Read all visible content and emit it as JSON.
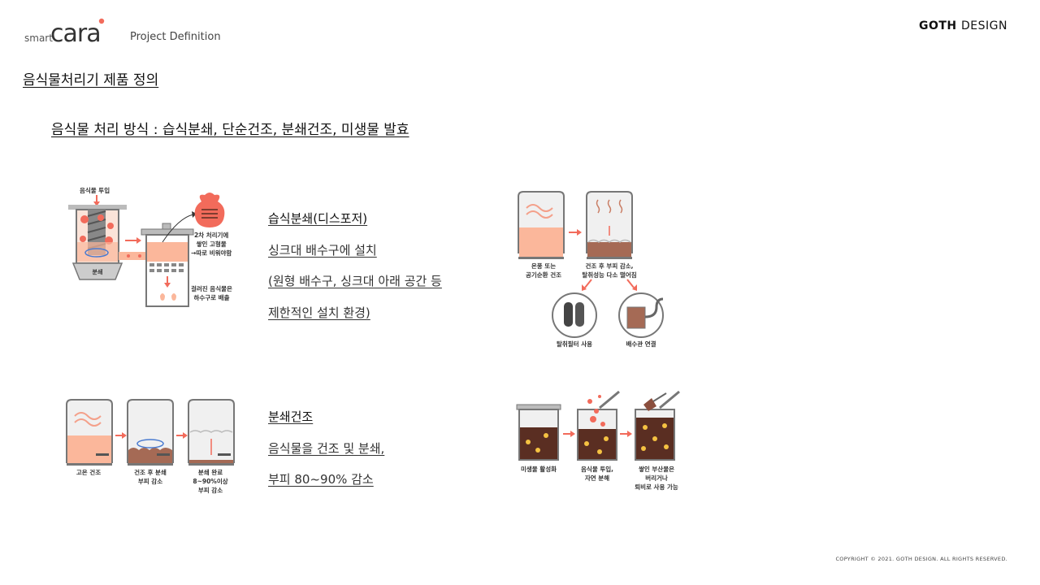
{
  "header": {
    "brand_prefix": "smart",
    "brand_name": "cara",
    "section": "Project Definition",
    "company_bold": "GOTH",
    "company_thin": "DESIGN"
  },
  "page_title": "음식물처리기 제품 정의",
  "subtitle": "음식물 처리 방식 : 습식분쇄, 단순건조, 분쇄건조, 미생물 발효",
  "wet_grinding": {
    "title": "습식분쇄(디스포저)",
    "lines": [
      "싱크대 배수구에 설치",
      "(원형 배수구, 싱크대 아래 공간 등",
      "제한적인 설치 환경)"
    ],
    "labels": {
      "input": "음식물 투입",
      "grind": "분쇄",
      "secondary_1": "2차 처리기에",
      "secondary_2": "쌓인 고형물",
      "secondary_3": "→따로 비워야함",
      "drain_1": "걸러진 음식물은",
      "drain_2": "하수구로 배출"
    }
  },
  "simple_drying": {
    "labels": {
      "step1_1": "온풍 또는",
      "step1_2": "공기순환 건조",
      "step2_1": "건조 후 부피 감소,",
      "step2_2": "탈취성능 다소 떨어짐",
      "filter": "탈취필터 사용",
      "drain": "배수관 연결"
    }
  },
  "grind_drying": {
    "title": "분쇄건조",
    "lines": [
      "음식물을 건조 및 분쇄,",
      "부피 80~90% 감소"
    ],
    "labels": {
      "step1": "고온 건조",
      "step2_1": "건조 후 분쇄",
      "step2_2": "부피 감소",
      "step3_1": "분쇄 완료",
      "step3_2": "8~90%이상",
      "step3_3": "부피 감소"
    }
  },
  "microbial": {
    "labels": {
      "step1": "미생물 활성화",
      "step2_1": "음식물 투입,",
      "step2_2": "자연 분해",
      "step3_1": "쌓인 부산물은",
      "step3_2": "버리거나",
      "step3_3": "퇴비로 사용 가능"
    }
  },
  "footer": {
    "copyright": "COPYRIGHT © 2021. GOTH DESIGN. ALL RIGHTS RESERVED."
  },
  "colors": {
    "accent": "#f26b5b",
    "peach": "#fbb79b",
    "brown": "#8a4e3d",
    "dark_brown": "#5a2e22",
    "gray": "#888888",
    "light_gray": "#e6e6e6"
  }
}
